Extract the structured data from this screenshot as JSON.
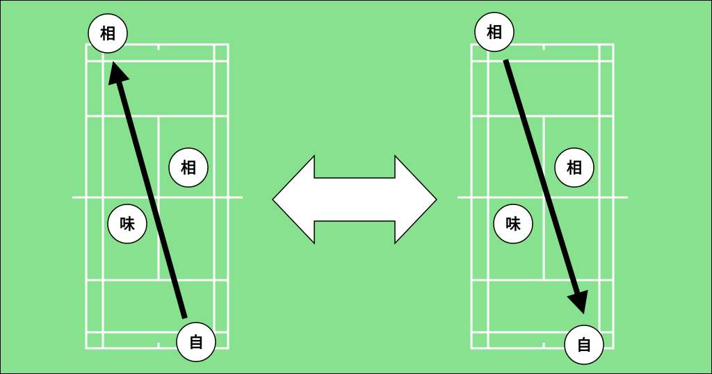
{
  "colors": {
    "field": "#88e18f",
    "line": "#ffffff",
    "arrow": "#000000",
    "player_fill": "#ffffff",
    "player_stroke": "#000000"
  },
  "labels": {
    "opponent": "相",
    "partner": "味",
    "self": "自"
  },
  "left_court": {
    "far_opponent": "相",
    "near_opponent": "相",
    "partner": "味",
    "self": "自",
    "shot_direction": "toward-far-opponent"
  },
  "right_court": {
    "far_opponent": "相",
    "near_opponent": "相",
    "partner": "味",
    "self": "自",
    "shot_direction": "toward-self"
  },
  "center_icon": "double-headed-arrow"
}
